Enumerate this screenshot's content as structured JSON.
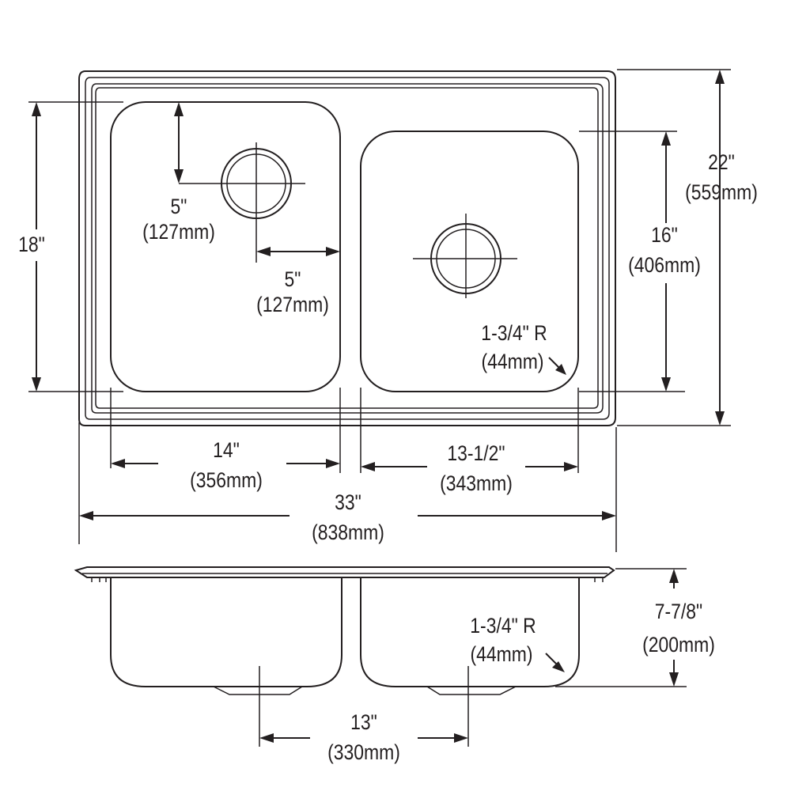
{
  "top_view": {
    "overall_width_in": "33\"",
    "overall_width_mm": "(838mm)",
    "overall_length_in": "22\"",
    "overall_length_mm": "(559mm)",
    "left_bowl_length_in": "18\"",
    "left_bowl_width_in": "14\"",
    "left_bowl_width_mm": "(356mm)",
    "drain_from_back_in": "5\"",
    "drain_from_back_mm": "(127mm)",
    "drain_from_side_in": "5\"",
    "drain_from_side_mm": "(127mm)",
    "right_bowl_length_in": "16\"",
    "right_bowl_length_mm": "(406mm)",
    "right_bowl_width_in": "13-1/2\"",
    "right_bowl_width_mm": "(343mm)",
    "corner_radius_in": "1-3/4\" R",
    "corner_radius_mm": "(44mm)"
  },
  "side_view": {
    "depth_in": "7-7/8\"",
    "depth_mm": "(200mm)",
    "corner_radius_in": "1-3/4\" R",
    "corner_radius_mm": "(44mm)",
    "drain_spacing_in": "13\"",
    "drain_spacing_mm": "(330mm)"
  }
}
